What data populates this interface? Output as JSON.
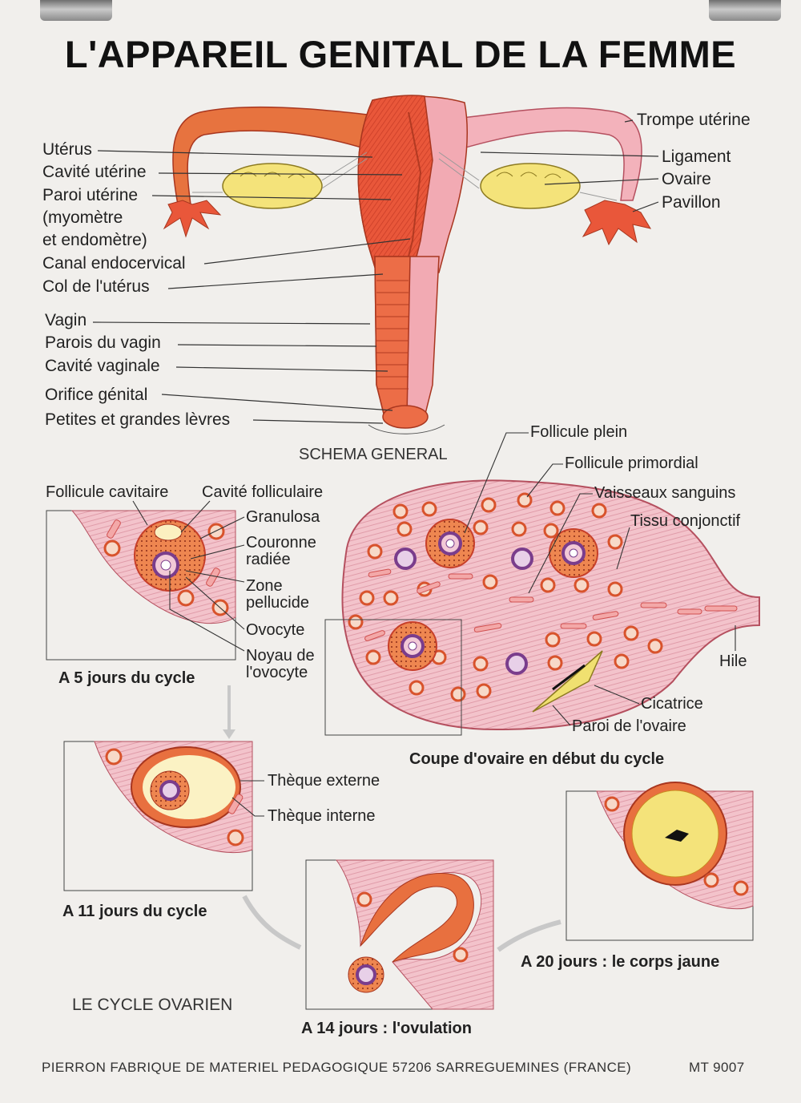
{
  "title": "L'APPAREIL GENITAL DE LA FEMME",
  "general_schema": {
    "caption": "SCHEMA GENERAL",
    "left_labels": [
      "Utérus",
      "Cavité utérine",
      "Paroi utérine",
      "(myomètre",
      "et endomètre)",
      "Canal endocervical",
      "Col de l'utérus",
      "Vagin",
      "Parois du vagin",
      "Cavité vaginale",
      "Orifice génital",
      "Petites et grandes lèvres"
    ],
    "right_labels": [
      "Trompe utérine",
      "Ligament",
      "Ovaire",
      "Pavillon"
    ]
  },
  "ovary_section": {
    "caption": "Coupe d'ovaire en début du cycle",
    "labels": [
      "Follicule plein",
      "Follicule primordial",
      "Vaisseaux sanguins",
      "Tissu conjonctif",
      "Hile",
      "Cicatrice",
      "Paroi de l'ovaire"
    ]
  },
  "day5": {
    "caption": "A 5 jours du cycle",
    "labels": [
      "Follicule cavitaire",
      "Cavité folliculaire",
      "Granulosa",
      "Couronne",
      "radiée",
      "Zone",
      "pellucide",
      "Ovocyte",
      "Noyau de",
      "l'ovocyte"
    ]
  },
  "day11": {
    "caption": "A 11 jours du cycle",
    "labels": [
      "Thèque externe",
      "Thèque interne"
    ]
  },
  "day14": {
    "caption": "A 14 jours : l'ovulation"
  },
  "day20": {
    "caption": "A 20 jours : le corps jaune"
  },
  "cycle_title": "LE CYCLE OVARIEN",
  "footer": {
    "publisher": "PIERRON FABRIQUE DE MATERIEL PEDAGOGIQUE 57206 SARREGUEMINES (FRANCE)",
    "code": "MT 9007"
  },
  "colors": {
    "uterus_dark": "#e0643c",
    "uterus_light": "#f1a9b2",
    "ovary": "#f4e37a",
    "tissue": "#f2bcc6",
    "follicle": "#e8703f",
    "oocyte": "#8a4a9a"
  }
}
